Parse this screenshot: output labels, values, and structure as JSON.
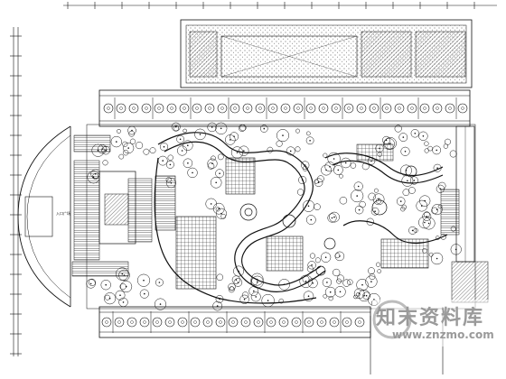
{
  "labels": {
    "entrance_label": "入口广场",
    "north_building_label": "",
    "scale_note": ""
  },
  "watermark": {
    "text_cn": "知末资料库",
    "url": "www.znzmo.com"
  },
  "colors": {
    "line": "#111111",
    "watermark": "#9a9a9a"
  }
}
